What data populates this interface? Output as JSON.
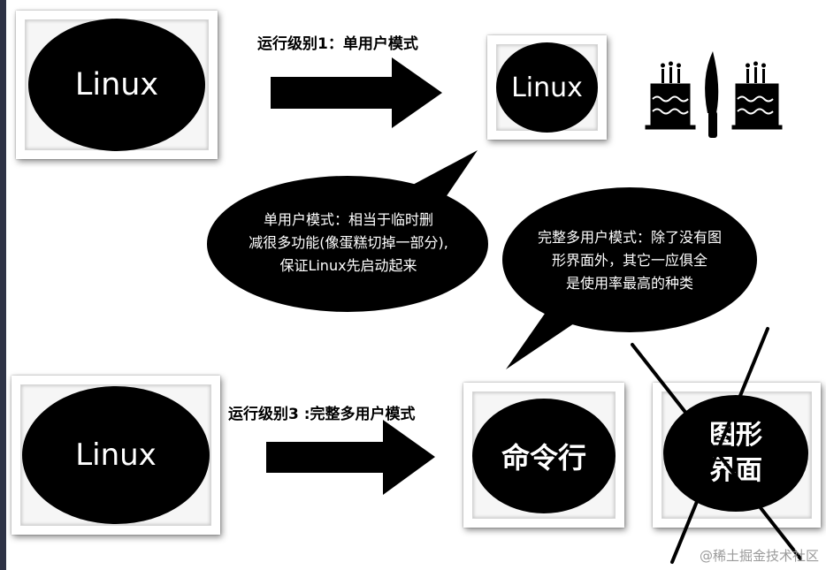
{
  "diagram": {
    "top_left_box": {
      "label": "Linux"
    },
    "top_arrow": {
      "caption": "运行级别1：单用户模式"
    },
    "top_right_box": {
      "label": "Linux"
    },
    "bubble_single_user": {
      "line1": "单用户模式：相当于临时删",
      "line2": "减很多功能(像蛋糕切掉一部分),",
      "line3": "保证Linux先启动起来"
    },
    "bubble_multi_user": {
      "line1": "完整多用户模式：除了没有图",
      "line2": "形界面外，其它一应俱全",
      "line3": "是使用率最高的种类"
    },
    "bottom_left_box": {
      "label": "Linux"
    },
    "bottom_arrow": {
      "caption": "运行级别3 :完整多用户模式"
    },
    "bottom_middle_box": {
      "label": "命令行"
    },
    "bottom_right_box": {
      "line1": "图形",
      "line2": "界面"
    },
    "icons": [
      "cake-icon",
      "knife-icon",
      "cake-icon"
    ],
    "colors": {
      "ellipse": "#000000",
      "frame": "#ffffff",
      "background": "#ffffff",
      "cross": "#000000"
    }
  },
  "watermark": "@稀土掘金技术社区"
}
